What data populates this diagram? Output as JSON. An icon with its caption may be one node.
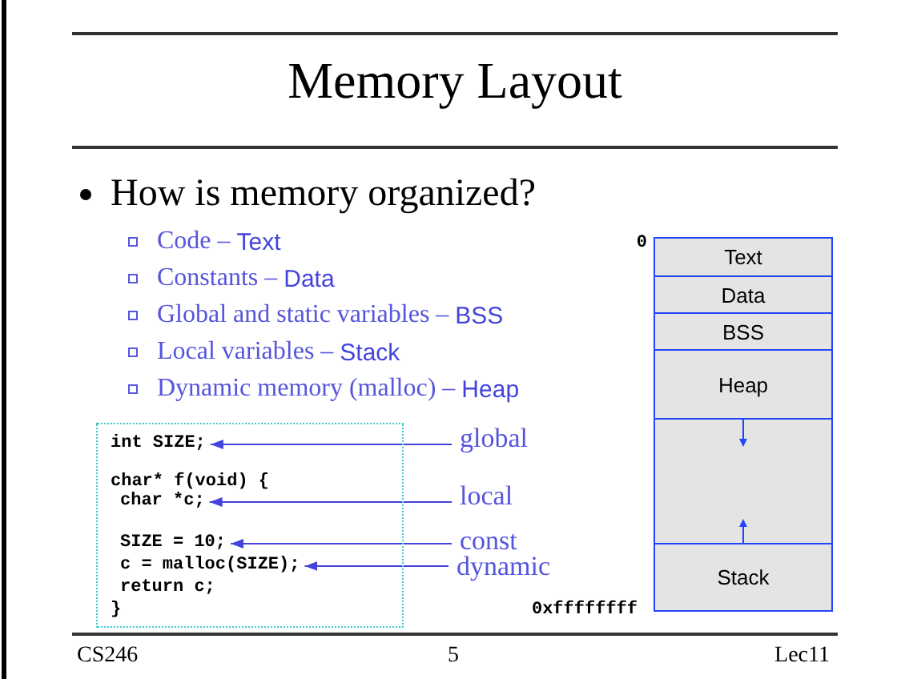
{
  "diagram": {
    "title": "Memory Layout",
    "nodes": [
      {
        "text": [],
        "shape": "box"
      },
      {
        "text": [
          "int SIZE;"
        ],
        "in": 0
      },
      {
        "text": [
          "char* f(void) {"
        ],
        "in": 0
      },
      {
        "text": [
          "char *c;"
        ],
        "in": 0
      },
      {
        "text": [
          "SIZE = 10;"
        ],
        "in": 0
      },
      {
        "text": [
          "c = malloc(SIZE);"
        ],
        "in": 0
      },
      {
        "text": [
          "return c;"
        ],
        "in": 0
      },
      {
        "text": [
          "}"
        ],
        "in": 0
      },
      {
        "text": [
          "global"
        ]
      },
      {
        "text": [
          "local"
        ]
      },
      {
        "text": [
          "const"
        ]
      },
      {
        "text": [
          "dynamic"
        ]
      },
      {
        "text": [
          "Text"
        ],
        "beside": [
          "0"
        ]
      },
      {
        "text": [
          "Data"
        ]
      },
      {
        "text": [
          "BSS"
        ]
      },
      {
        "text": [
          "Heap"
        ]
      },
      {
        "text": [],
        "shape": "box"
      },
      {
        "text": [
          "Stack"
        ],
        "beside": [
          "0xffffffff"
        ]
      }
    ],
    "edges": [
      {
        "from": 8,
        "to": 1,
        "arrow": "to"
      },
      {
        "from": 9,
        "to": 3,
        "arrow": "to"
      },
      {
        "from": 10,
        "to": 4,
        "arrow": "to"
      },
      {
        "from": 11,
        "to": 5,
        "arrow": "to"
      }
    ],
    "labels": [
      "How is memory organized?",
      "Code –",
      "Text",
      "Constants –",
      "Data",
      "Global and static variables –",
      "BSS",
      "Local variables –",
      "Stack",
      "Dynamic memory (malloc) –",
      "Heap",
      "CS246",
      "5",
      "Lec11"
    ]
  }
}
